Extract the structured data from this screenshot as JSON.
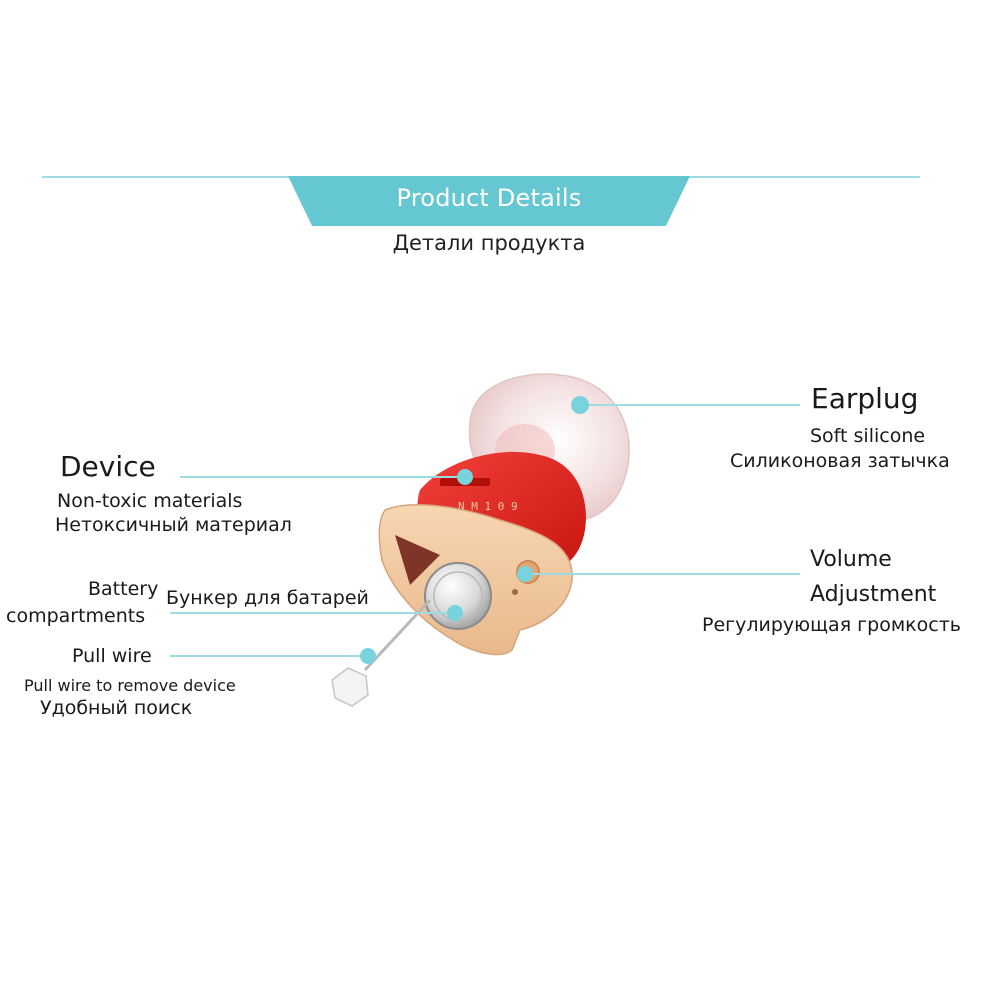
{
  "header": {
    "title": "Product Details",
    "subtitle": "Детали продукта"
  },
  "callouts": {
    "earplug": {
      "title": "Earplug",
      "line1": "Soft silicone",
      "line2": "Силиконовая затычка"
    },
    "device": {
      "title": "Device",
      "line1": "Non-toxic materials",
      "line2": "Нетоксичный материал"
    },
    "volume": {
      "title_line1": "Volume",
      "title_line2": "Adjustment",
      "line1": "Регулирующая громкость"
    },
    "battery": {
      "title_line1": "Battery",
      "title_line2": "compartments",
      "line1": "Бункер для батарей"
    },
    "pull_wire": {
      "title": "Pull wire",
      "line1": "Pull wire to remove device",
      "line2": "Удобный поиск"
    }
  },
  "colors": {
    "accent": "#65c7d1",
    "device_shell": "#e8281c",
    "faceplate": "#f2c9a1",
    "earplug": "#f6eaea"
  }
}
